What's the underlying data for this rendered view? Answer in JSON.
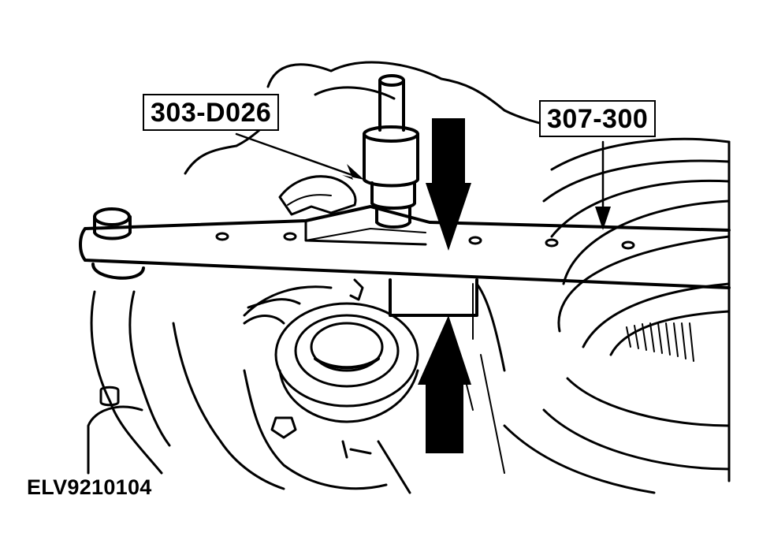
{
  "labels": {
    "tool_left": "303-D026",
    "tool_right": "307-300"
  },
  "figure_id": "ELV9210104",
  "colors": {
    "line": "#000000",
    "background": "#ffffff"
  }
}
